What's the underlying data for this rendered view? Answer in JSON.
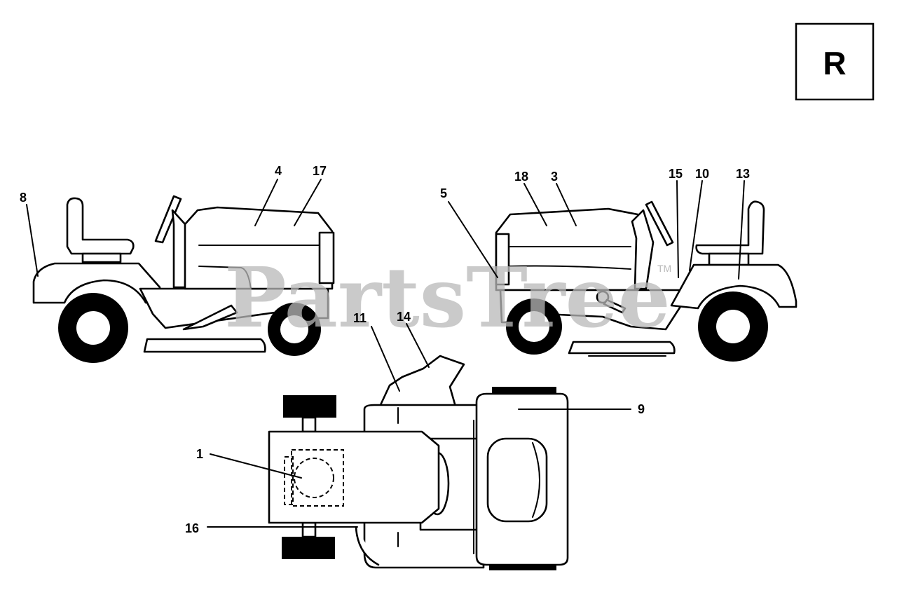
{
  "page_badge": "R",
  "watermark": "PartsTree",
  "watermark_mark": "TM",
  "callouts": {
    "c1": "1",
    "c3": "3",
    "c4": "4",
    "c5": "5",
    "c8": "8",
    "c9": "9",
    "c10": "10",
    "c11": "11",
    "c13": "13",
    "c14": "14",
    "c15": "15",
    "c16": "16",
    "c17": "17",
    "c18": "18"
  }
}
